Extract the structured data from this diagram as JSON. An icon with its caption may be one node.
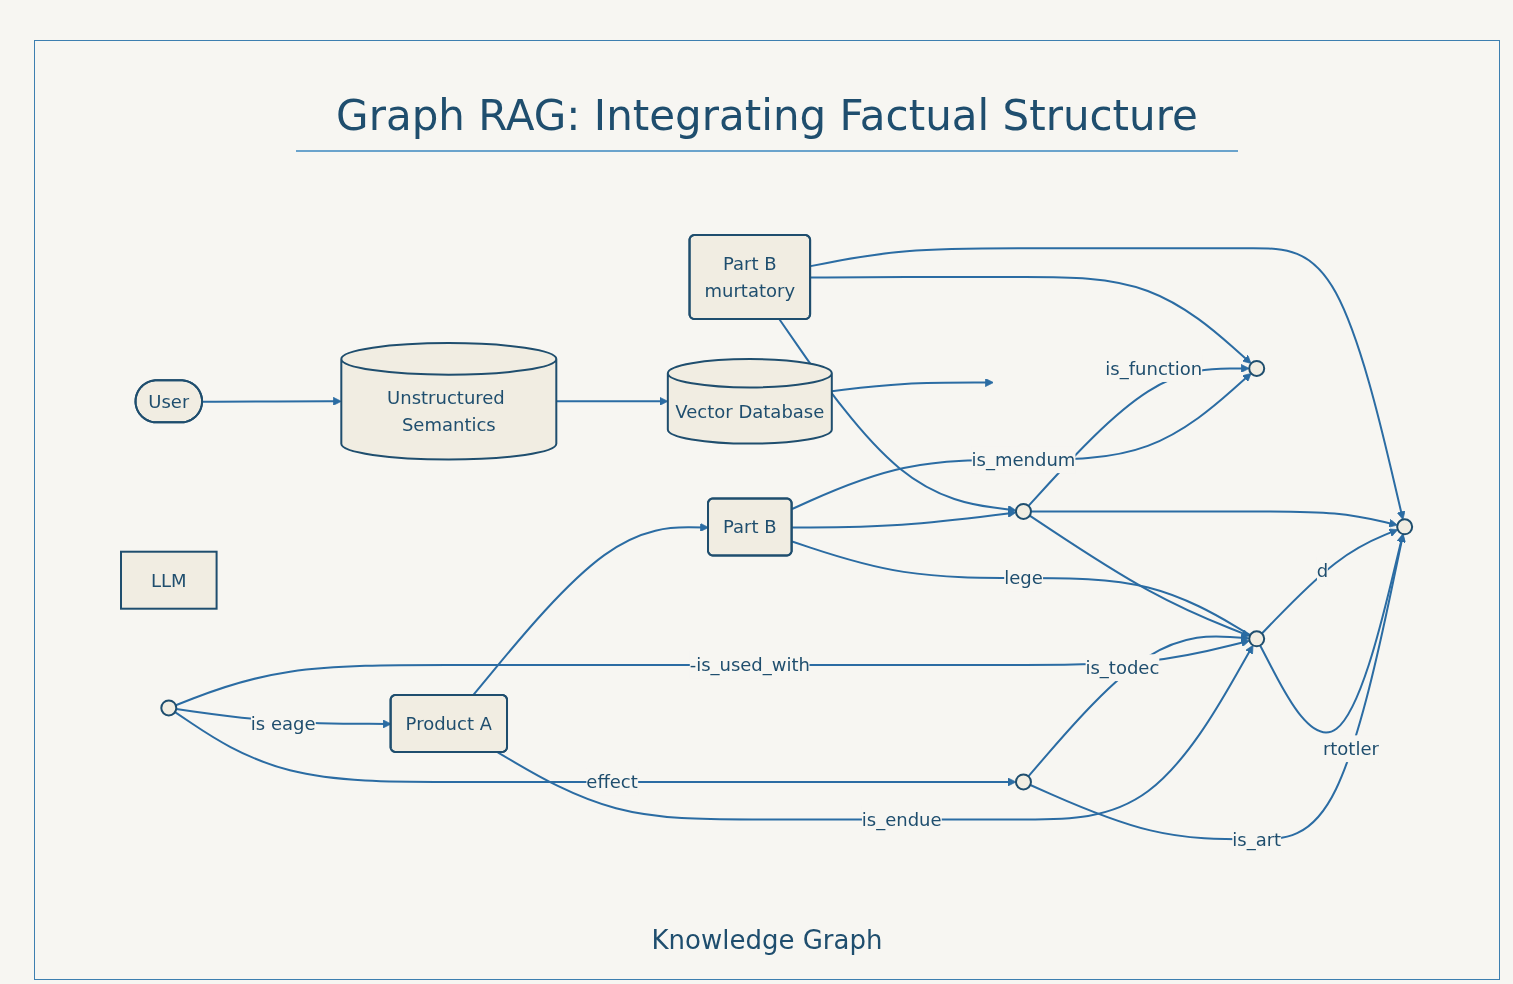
{
  "diagram": {
    "title": "Graph RAG: Integrating Factual Structure",
    "nodes": [
      {
        "text": [
          "User"
        ]
      },
      {
        "text": [
          "Unstructured Semantics"
        ]
      },
      {
        "text": [
          "Vector Database"
        ]
      },
      {
        "text": [
          "LLM"
        ]
      },
      {
        "text": [
          "Product A"
        ]
      },
      {
        "text": [
          "Part B"
        ]
      },
      {
        "text": [
          "Part B",
          "murtatory"
        ]
      },
      {
        "text": [],
        "shape": "circle"
      },
      {
        "text": [],
        "shape": "circle"
      },
      {
        "text": [],
        "shape": "circle"
      },
      {
        "text": [],
        "shape": "circle"
      },
      {
        "text": [],
        "shape": "circle"
      },
      {
        "text": [],
        "shape": "circle"
      }
    ],
    "edges": [
      {
        "from": 0,
        "to": 1,
        "arrow": "to"
      },
      {
        "from": 1,
        "to": 2,
        "arrow": "to"
      },
      {
        "from": 2,
        "to": null,
        "arrow": "to"
      },
      {
        "from": 4,
        "to": 5,
        "arrow": "to"
      },
      {
        "from": 7,
        "to": 4,
        "arrow": "to",
        "label": "is eage"
      },
      {
        "from": 4,
        "to": 9,
        "arrow": "to",
        "label": "is_endue"
      },
      {
        "from": 7,
        "to": 9,
        "arrow": "to",
        "label": "-is_used_with"
      },
      {
        "from": 7,
        "to": 8,
        "arrow": "to",
        "label": "effect"
      },
      {
        "from": 8,
        "to": 9,
        "arrow": "to",
        "label": "is_todec"
      },
      {
        "from": 8,
        "to": 11,
        "arrow": "to",
        "label": "is_art"
      },
      {
        "from": 9,
        "to": 5,
        "arrow": "none",
        "label": "lege"
      },
      {
        "from": 5,
        "to": 10,
        "arrow": "to"
      },
      {
        "from": 5,
        "to": 12,
        "arrow": "to",
        "label": "is_mendum"
      },
      {
        "from": 10,
        "to": 9,
        "arrow": "to"
      },
      {
        "from": 10,
        "to": 12,
        "arrow": "to",
        "label": "is_function"
      },
      {
        "from": 6,
        "to": 10,
        "arrow": "to"
      },
      {
        "from": 6,
        "to": 12,
        "arrow": "to"
      },
      {
        "from": 9,
        "to": 11,
        "arrow": "to",
        "label": "rtotler"
      },
      {
        "from": 9,
        "to": 11,
        "arrow": "to",
        "label": "d"
      },
      {
        "from": 10,
        "to": 11,
        "arrow": "to"
      },
      {
        "from": 6,
        "to": 11,
        "arrow": "to"
      }
    ],
    "labels": [
      "Knowledge Graph"
    ]
  }
}
